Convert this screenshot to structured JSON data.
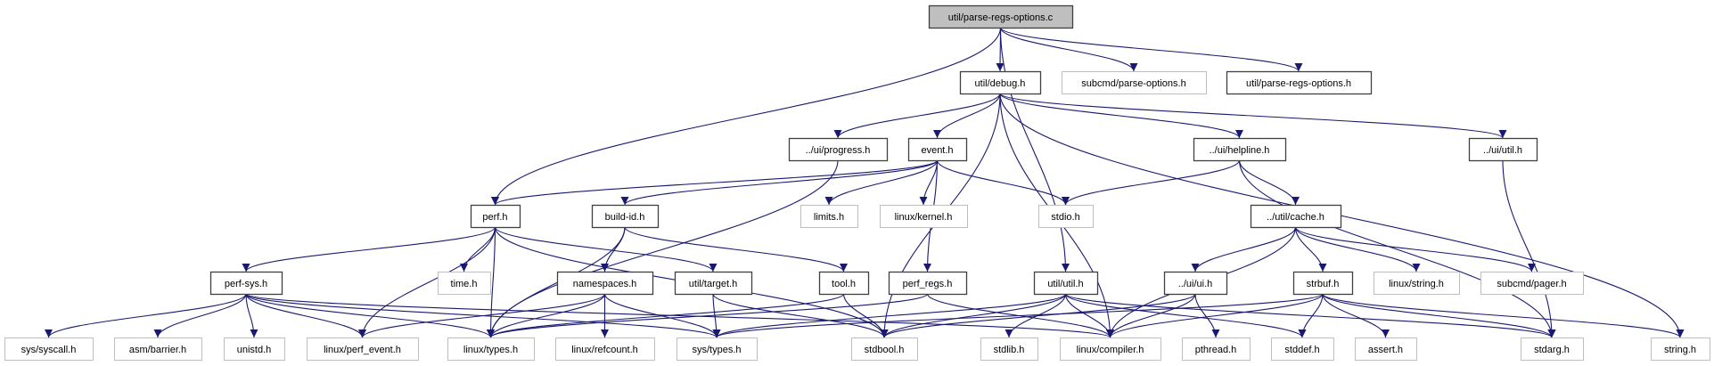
{
  "graph": {
    "edge_color": "#191970",
    "root_fill": "#bfbfbf",
    "documented_border": "#000000",
    "undocumented_border": "#bfbfbf",
    "nodes": [
      {
        "id": "root",
        "label": "util/parse-regs-options.c",
        "kind": "root"
      },
      {
        "id": "debug",
        "label": "util/debug.h",
        "kind": "documented"
      },
      {
        "id": "subcmd_po",
        "label": "subcmd/parse-options.h",
        "kind": "external"
      },
      {
        "id": "pro_h",
        "label": "util/parse-regs-options.h",
        "kind": "documented"
      },
      {
        "id": "progress",
        "label": "../ui/progress.h",
        "kind": "documented"
      },
      {
        "id": "event",
        "label": "event.h",
        "kind": "documented"
      },
      {
        "id": "helpline",
        "label": "../ui/helpline.h",
        "kind": "documented"
      },
      {
        "id": "uiutil",
        "label": "../ui/util.h",
        "kind": "documented"
      },
      {
        "id": "perf",
        "label": "perf.h",
        "kind": "documented"
      },
      {
        "id": "buildid",
        "label": "build-id.h",
        "kind": "documented"
      },
      {
        "id": "limits",
        "label": "limits.h",
        "kind": "external"
      },
      {
        "id": "kernel",
        "label": "linux/kernel.h",
        "kind": "external"
      },
      {
        "id": "stdio",
        "label": "stdio.h",
        "kind": "external"
      },
      {
        "id": "cache",
        "label": "../util/cache.h",
        "kind": "documented"
      },
      {
        "id": "perfsys",
        "label": "perf-sys.h",
        "kind": "documented"
      },
      {
        "id": "time",
        "label": "time.h",
        "kind": "external"
      },
      {
        "id": "namespaces",
        "label": "namespaces.h",
        "kind": "documented"
      },
      {
        "id": "target",
        "label": "util/target.h",
        "kind": "documented"
      },
      {
        "id": "tool",
        "label": "tool.h",
        "kind": "documented"
      },
      {
        "id": "perfregs",
        "label": "perf_regs.h",
        "kind": "documented"
      },
      {
        "id": "utilutil",
        "label": "util/util.h",
        "kind": "documented"
      },
      {
        "id": "uiui",
        "label": "../ui/ui.h",
        "kind": "documented"
      },
      {
        "id": "strbuf",
        "label": "strbuf.h",
        "kind": "documented"
      },
      {
        "id": "lstring",
        "label": "linux/string.h",
        "kind": "external"
      },
      {
        "id": "pager",
        "label": "subcmd/pager.h",
        "kind": "external"
      },
      {
        "id": "syscall",
        "label": "sys/syscall.h",
        "kind": "external"
      },
      {
        "id": "barrier",
        "label": "asm/barrier.h",
        "kind": "external"
      },
      {
        "id": "unistd",
        "label": "unistd.h",
        "kind": "external"
      },
      {
        "id": "perfevent",
        "label": "linux/perf_event.h",
        "kind": "external"
      },
      {
        "id": "ltypes",
        "label": "linux/types.h",
        "kind": "external"
      },
      {
        "id": "refcount",
        "label": "linux/refcount.h",
        "kind": "external"
      },
      {
        "id": "systypes",
        "label": "sys/types.h",
        "kind": "external"
      },
      {
        "id": "stdbool",
        "label": "stdbool.h",
        "kind": "external"
      },
      {
        "id": "stdlib",
        "label": "stdlib.h",
        "kind": "external"
      },
      {
        "id": "compiler",
        "label": "linux/compiler.h",
        "kind": "external"
      },
      {
        "id": "pthread",
        "label": "pthread.h",
        "kind": "external"
      },
      {
        "id": "stddef",
        "label": "stddef.h",
        "kind": "external"
      },
      {
        "id": "assert",
        "label": "assert.h",
        "kind": "external"
      },
      {
        "id": "stdarg",
        "label": "stdarg.h",
        "kind": "external"
      },
      {
        "id": "string",
        "label": "string.h",
        "kind": "external"
      }
    ],
    "edges": [
      [
        "root",
        "perf"
      ],
      [
        "root",
        "utilutil"
      ],
      [
        "root",
        "debug"
      ],
      [
        "root",
        "subcmd_po"
      ],
      [
        "root",
        "pro_h"
      ],
      [
        "debug",
        "progress"
      ],
      [
        "debug",
        "event"
      ],
      [
        "debug",
        "stdbool"
      ],
      [
        "debug",
        "compiler"
      ],
      [
        "debug",
        "helpline"
      ],
      [
        "debug",
        "uiutil"
      ],
      [
        "debug",
        "string"
      ],
      [
        "progress",
        "ltypes"
      ],
      [
        "event",
        "perf"
      ],
      [
        "event",
        "buildid"
      ],
      [
        "event",
        "limits"
      ],
      [
        "event",
        "kernel"
      ],
      [
        "event",
        "stdio"
      ],
      [
        "event",
        "perfregs"
      ],
      [
        "helpline",
        "stdio"
      ],
      [
        "helpline",
        "cache"
      ],
      [
        "helpline",
        "stdarg"
      ],
      [
        "uiutil",
        "stdarg"
      ],
      [
        "cache",
        "uiui"
      ],
      [
        "cache",
        "strbuf"
      ],
      [
        "cache",
        "lstring"
      ],
      [
        "cache",
        "pager"
      ],
      [
        "cache",
        "compiler"
      ],
      [
        "perf",
        "perfsys"
      ],
      [
        "perf",
        "time"
      ],
      [
        "perf",
        "ltypes"
      ],
      [
        "perf",
        "perfevent"
      ],
      [
        "perf",
        "target"
      ],
      [
        "perf",
        "stdbool"
      ],
      [
        "buildid",
        "namespaces"
      ],
      [
        "buildid",
        "tool"
      ],
      [
        "buildid",
        "ltypes"
      ],
      [
        "perfsys",
        "syscall"
      ],
      [
        "perfsys",
        "barrier"
      ],
      [
        "perfsys",
        "unistd"
      ],
      [
        "perfsys",
        "perfevent"
      ],
      [
        "perfsys",
        "ltypes"
      ],
      [
        "perfsys",
        "compiler"
      ],
      [
        "perfsys",
        "systypes"
      ],
      [
        "namespaces",
        "perfevent"
      ],
      [
        "namespaces",
        "ltypes"
      ],
      [
        "namespaces",
        "refcount"
      ],
      [
        "namespaces",
        "systypes"
      ],
      [
        "target",
        "systypes"
      ],
      [
        "target",
        "stdbool"
      ],
      [
        "tool",
        "stdbool"
      ],
      [
        "tool",
        "ltypes"
      ],
      [
        "perfregs",
        "ltypes"
      ],
      [
        "perfregs",
        "compiler"
      ],
      [
        "utilutil",
        "systypes"
      ],
      [
        "utilutil",
        "stdbool"
      ],
      [
        "utilutil",
        "stdlib"
      ],
      [
        "utilutil",
        "compiler"
      ],
      [
        "utilutil",
        "stddef"
      ],
      [
        "utilutil",
        "stdarg"
      ],
      [
        "uiui",
        "pthread"
      ],
      [
        "uiui",
        "compiler"
      ],
      [
        "uiui",
        "stdbool"
      ],
      [
        "strbuf",
        "stddef"
      ],
      [
        "strbuf",
        "assert"
      ],
      [
        "strbuf",
        "stdarg"
      ],
      [
        "strbuf",
        "string"
      ],
      [
        "strbuf",
        "systypes"
      ],
      [
        "strbuf",
        "compiler"
      ]
    ]
  }
}
